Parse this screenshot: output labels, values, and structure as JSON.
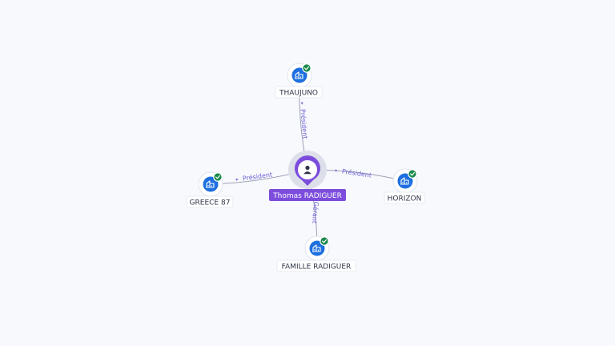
{
  "center": {
    "name": "Thomas RADIGUER",
    "icon": "person-icon",
    "color": "#7c4ddc"
  },
  "companies": [
    {
      "key": "thaujuno",
      "name": "THAUJUNO",
      "relation": "Président",
      "icon": "building-icon",
      "status": "verified"
    },
    {
      "key": "horizon",
      "name": "HORIZON",
      "relation": "Président",
      "icon": "building-icon",
      "status": "verified"
    },
    {
      "key": "famille-radiguer",
      "name": "FAMILLE RADIGUER",
      "relation": "Gérant",
      "icon": "building-icon",
      "status": "verified"
    },
    {
      "key": "greece-87",
      "name": "GREECE 87",
      "relation": "Président",
      "icon": "building-icon",
      "status": "verified"
    }
  ],
  "colors": {
    "company_icon": "#1e6fe0",
    "verified_badge": "#1b8a4c",
    "relation_label": "#6b5fd6"
  }
}
